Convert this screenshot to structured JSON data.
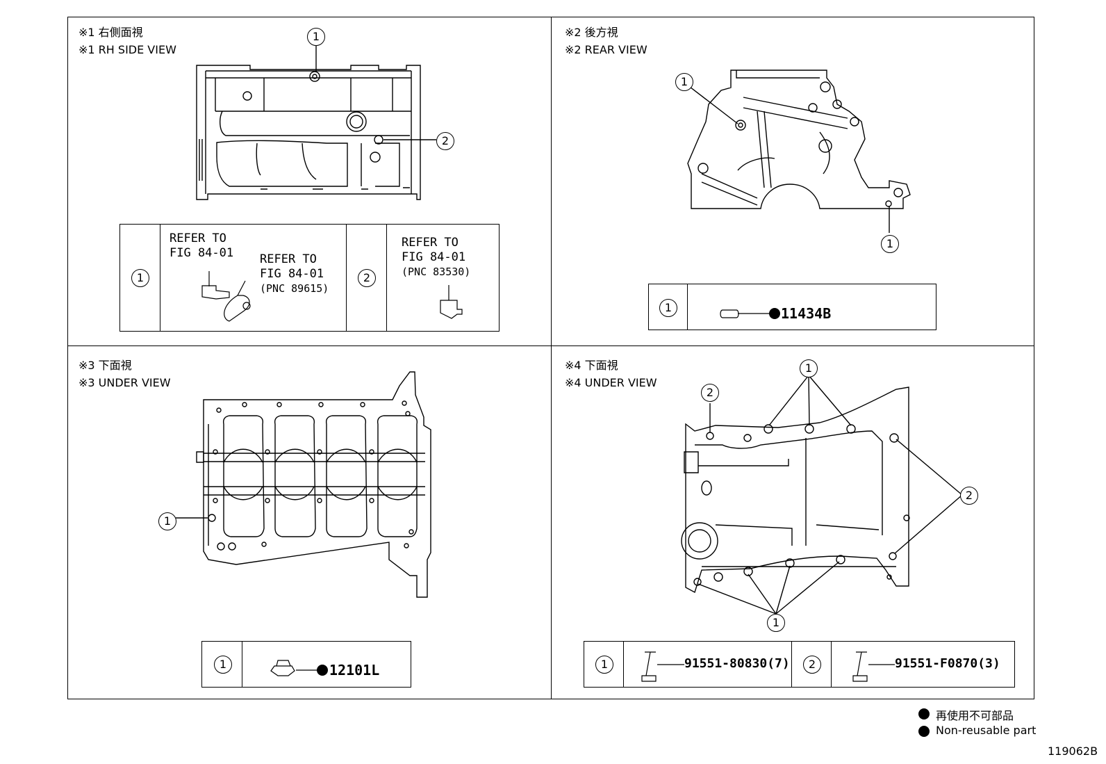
{
  "views": [
    {
      "jp": "※1 右側面視",
      "en": "※1 RH SIDE VIEW"
    },
    {
      "jp": "※2 後方視",
      "en": "※2 REAR VIEW"
    },
    {
      "jp": "※3 下面視",
      "en": "※3 UNDER VIEW"
    },
    {
      "jp": "※4 下面視",
      "en": "※4 UNDER VIEW"
    }
  ],
  "callouts": {
    "one": "1",
    "two": "2"
  },
  "view1_table": {
    "refer_a_line1": "REFER TO",
    "refer_a_line2": "FIG 84-01",
    "refer_b_line1": "REFER TO",
    "refer_b_line2": "FIG 84-01",
    "refer_b_pnc": "(PNC 89615)",
    "refer_c_line1": "REFER TO",
    "refer_c_line2": "FIG 84-01",
    "refer_c_pnc": "(PNC 83530)"
  },
  "view2_table": {
    "part": "11434B"
  },
  "view3_table": {
    "part": "12101L"
  },
  "view4_table": {
    "part1": "91551-80830(7)",
    "part2": "91551-F0870(3)"
  },
  "legend": {
    "jp": "再使用不可部品",
    "en": "Non-reusable part"
  },
  "figure_id": "119062B"
}
